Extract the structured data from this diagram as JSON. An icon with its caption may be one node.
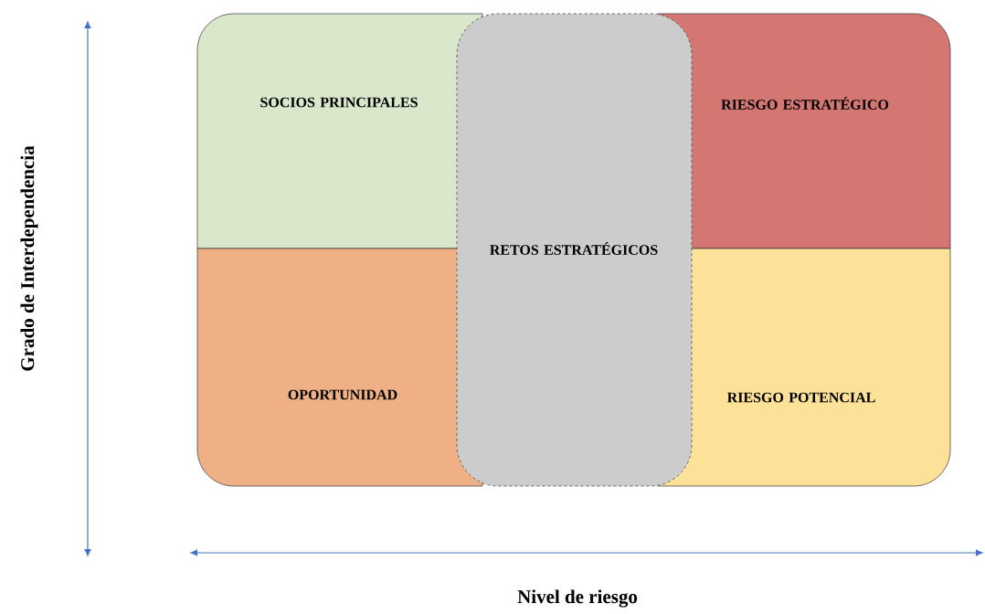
{
  "diagram": {
    "nodes": [
      {
        "text": [
          "SOCIOS PRINCIPALES"
        ]
      },
      {
        "text": [
          "RIESGO ESTRATÉGICO"
        ]
      },
      {
        "text": [
          "RETOS ESTRATÉGICOS"
        ]
      },
      {
        "text": [
          "OPORTUNIDAD"
        ]
      },
      {
        "text": [
          "RIESGO POTENCIAL"
        ]
      }
    ],
    "labels": [
      "Grado de Interdependencia",
      "Nivel de riesgo"
    ]
  }
}
